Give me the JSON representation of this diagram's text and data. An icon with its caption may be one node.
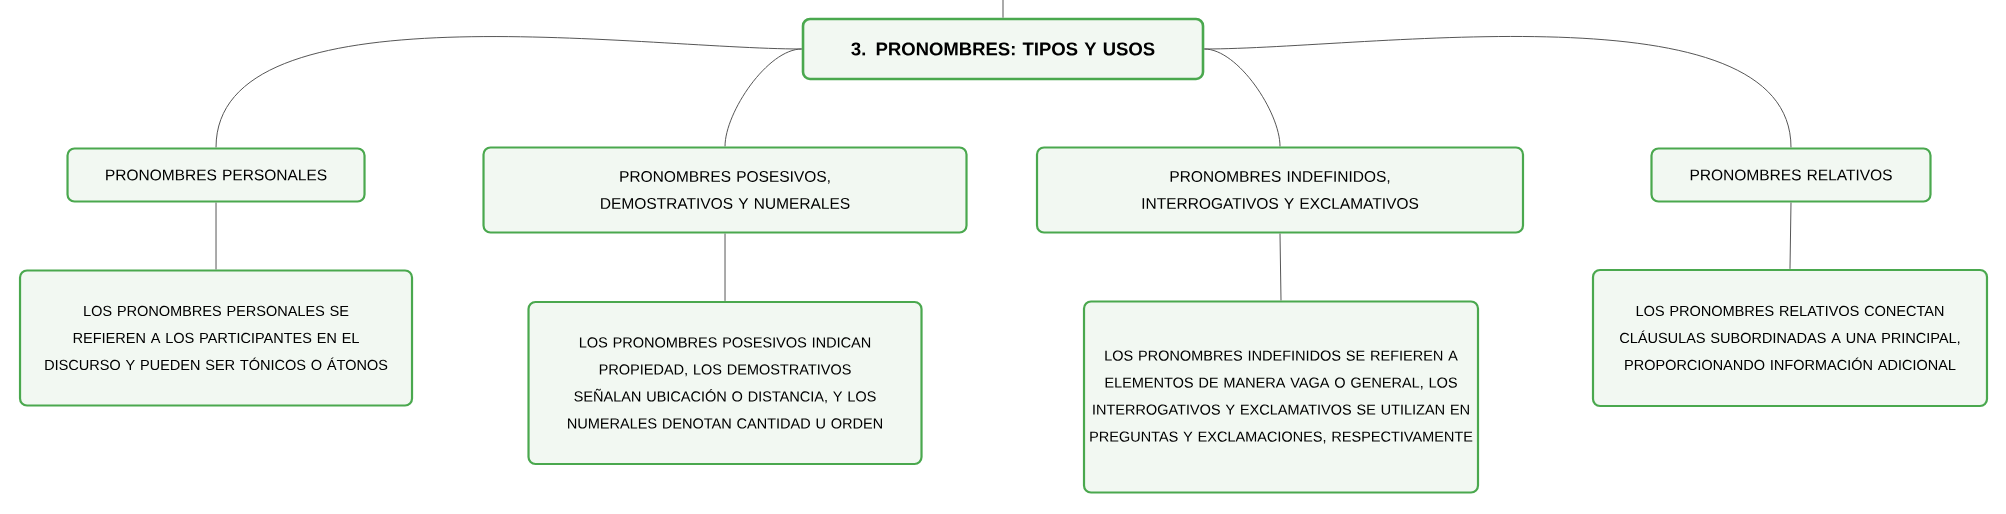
{
  "diagram": {
    "nodes": [
      {
        "text": [
          "3. PRONOMBRES: TIPOS Y USOS"
        ]
      },
      {
        "text": [
          "PRONOMBRES PERSONALES"
        ]
      },
      {
        "text": [
          "PRONOMBRES POSESIVOS, DEMOSTRATIVOS Y NUMERALES"
        ]
      },
      {
        "text": [
          "PRONOMBRES INDEFINIDOS, INTERROGATIVOS Y EXCLAMATIVOS"
        ]
      },
      {
        "text": [
          "PRONOMBRES RELATIVOS"
        ]
      },
      {
        "text": [
          "LOS PRONOMBRES PERSONALES SE REFIEREN A LOS PARTICIPANTES EN EL DISCURSO Y PUEDEN SER TÓNICOS O ÁTONOS"
        ]
      },
      {
        "text": [
          "LOS PRONOMBRES POSESIVOS INDICAN PROPIEDAD, LOS DEMOSTRATIVOS SEÑALAN UBICACIÓN O DISTANCIA, Y LOS NUMERALES DENOTAN CANTIDAD U ORDEN"
        ]
      },
      {
        "text": [
          "LOS PRONOMBRES INDEFINIDOS SE REFIEREN A ELEMENTOS DE MANERA VAGA O GENERAL, LOS INTERROGATIVOS Y EXCLAMATIVOS SE UTILIZAN EN PREGUNTAS Y EXCLAMACIONES, RESPECTIVAMENTE"
        ]
      },
      {
        "text": [
          "LOS PRONOMBRES RELATIVOS CONECTAN CLÁUSULAS SUBORDINADAS A UNA PRINCIPAL, PROPORCIONANDO INFORMACIÓN ADICIONAL"
        ]
      }
    ],
    "edges": [
      {
        "from": null,
        "to": 0,
        "arrow": "none"
      },
      {
        "from": 0,
        "to": 1,
        "arrow": "none"
      },
      {
        "from": 0,
        "to": 2,
        "arrow": "none"
      },
      {
        "from": 0,
        "to": 3,
        "arrow": "none"
      },
      {
        "from": 0,
        "to": 4,
        "arrow": "none"
      },
      {
        "from": 1,
        "to": 5,
        "arrow": "none"
      },
      {
        "from": 2,
        "to": 6,
        "arrow": "none"
      },
      {
        "from": 3,
        "to": 7,
        "arrow": "none"
      },
      {
        "from": 4,
        "to": 8,
        "arrow": "none"
      }
    ]
  }
}
